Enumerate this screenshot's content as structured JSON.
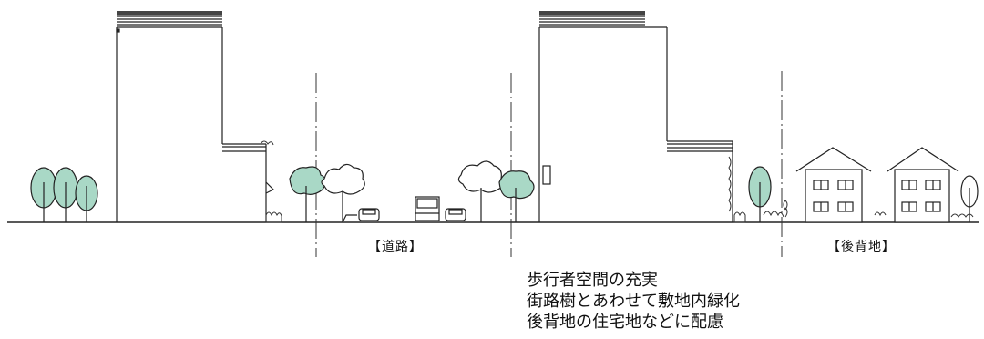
{
  "zones": {
    "road": "【道路】",
    "back_area": "【後背地】"
  },
  "notes": [
    "歩行者空間の充実",
    "街路樹とあわせて敷地内緑化",
    "後背地の住宅地などに配慮"
  ],
  "colors": {
    "tree_fill": "#a9d8c6",
    "line": "#222222",
    "background": "#ffffff"
  }
}
